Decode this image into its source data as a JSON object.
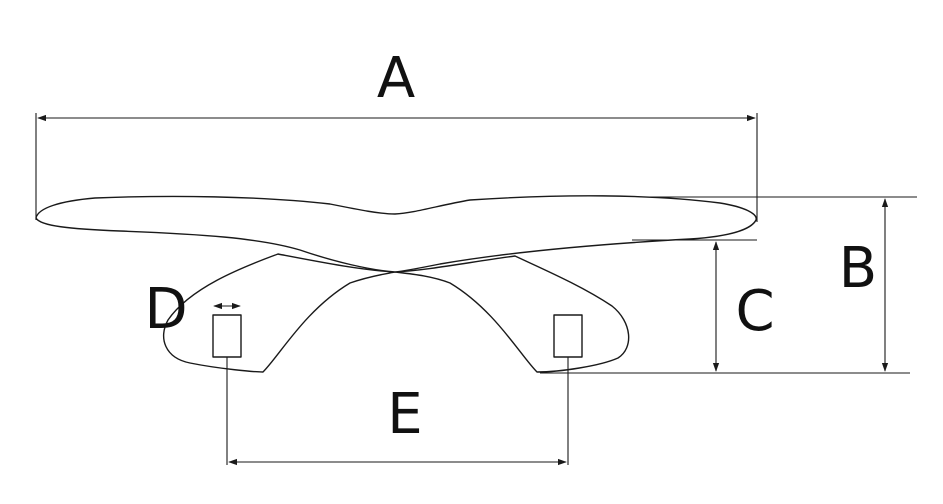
{
  "diagram": {
    "labels": {
      "a": "A",
      "b": "B",
      "c": "C",
      "d": "D",
      "e": "E"
    },
    "colors": {
      "line": "#1a1a1a",
      "background": "#ffffff"
    }
  }
}
